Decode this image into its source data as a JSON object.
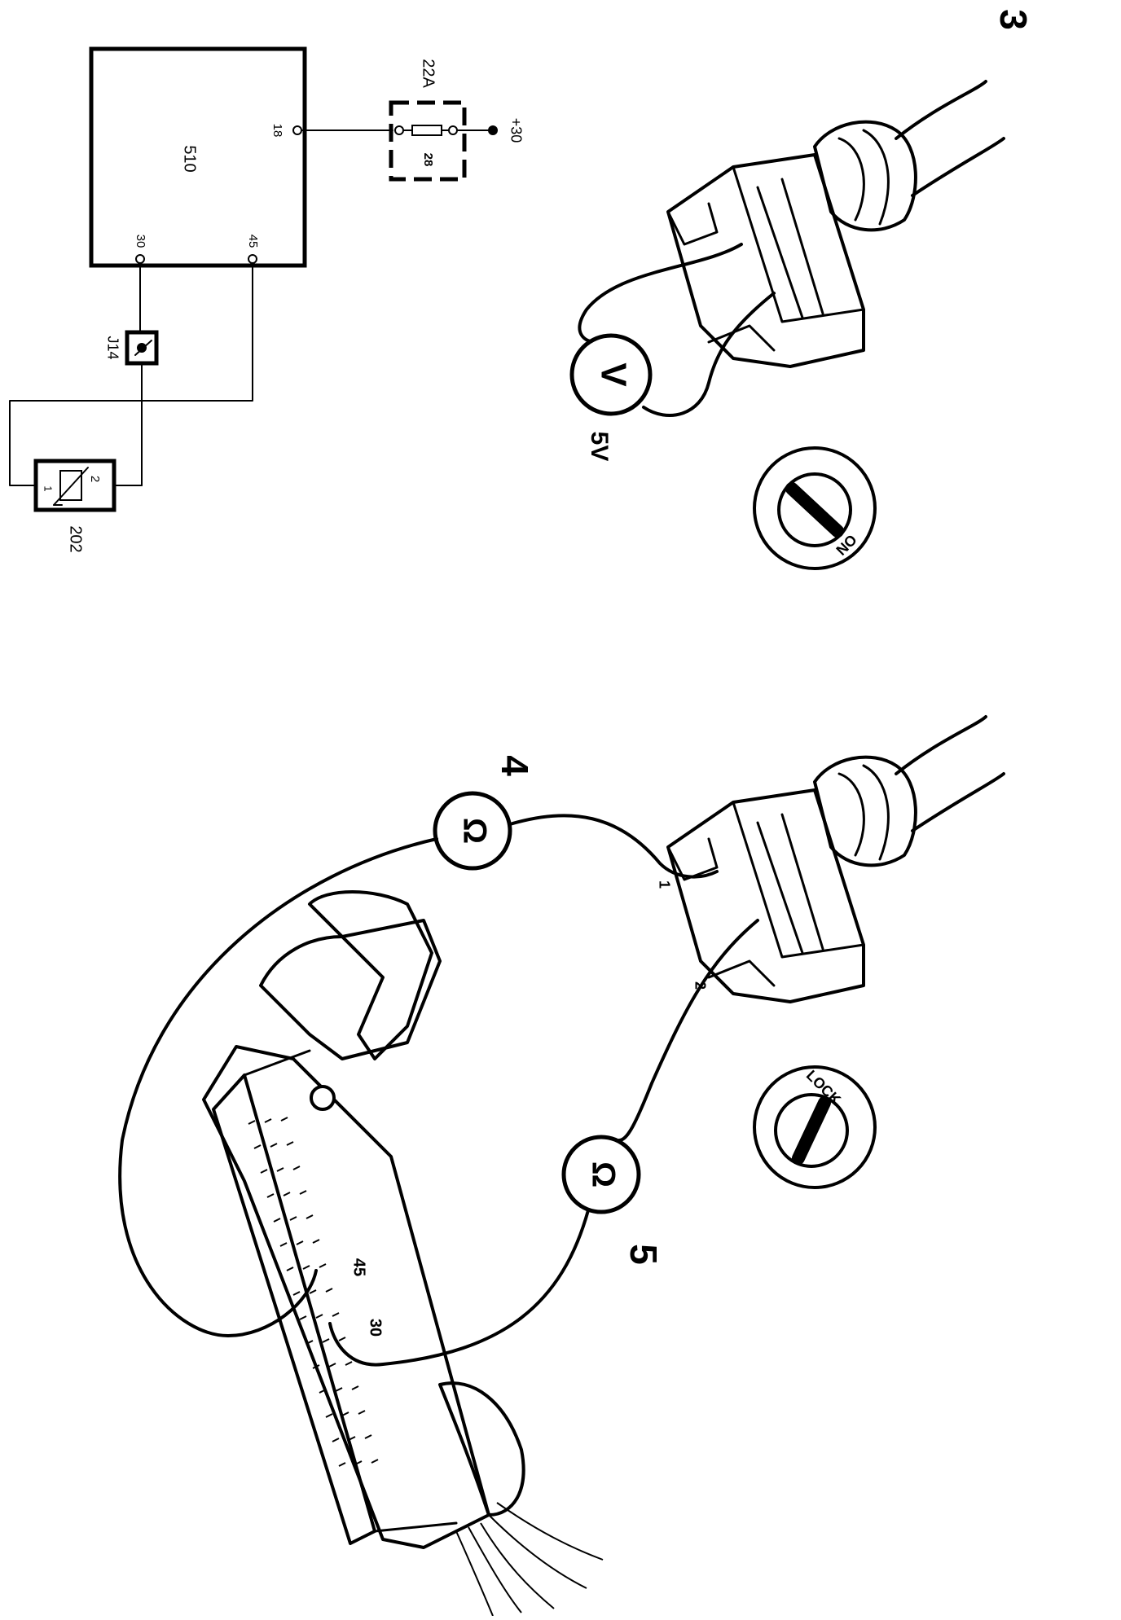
{
  "step_labels": {
    "step3": "3",
    "step4": "4",
    "step5": "5"
  },
  "schematic": {
    "ecu_label": "510",
    "ecu_pin_18": "18",
    "ecu_pin_30": "30",
    "ecu_pin_45": "45",
    "fuse_box_label": "22A",
    "fuse_number": "28",
    "supply_label": "+30",
    "junction_label": "J14",
    "sensor_label": "202",
    "sensor_pin_1": "1",
    "sensor_pin_2": "2"
  },
  "upper_test": {
    "meter_symbol": "V",
    "voltage_reading": "5V",
    "ignition_position": "ON"
  },
  "lower_test": {
    "meter4_symbol": "Ω",
    "meter5_symbol": "Ω",
    "connector_pin_1": "1",
    "connector_pin_2": "2",
    "ecu_pin_45": "45",
    "ecu_pin_30": "30",
    "ignition_position": "LOCK"
  }
}
